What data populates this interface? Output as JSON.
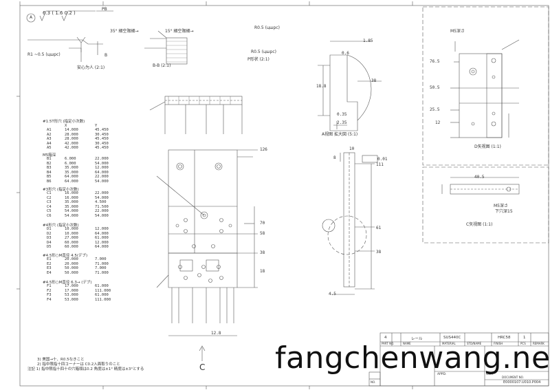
{
  "header": {
    "circle_mark": "A",
    "finish_symbols": "6.3 ( 1.6  0.2 )",
    "pb_label": "PB"
  },
  "detail_notes": {
    "note_r1": "R1 ~0.5 (цшрс)",
    "note_b": "B",
    "note_r_35": "35° 細空限細→",
    "note_r_15": "15° 細空限細→",
    "note_r05": "R0.5 (цшрс)",
    "note_r05b": "R0.5 (цшрс)",
    "view_b8": "B-B (2:1)",
    "view_pshape": "P形状 (2:1)",
    "view_enlarge": "安心为人 (2:1)",
    "view_aview": "A视图 拡大図 (5:1)",
    "view_dview": "D矢视图 (1:1)",
    "view_cview": "C矢视图 (1:1)"
  },
  "dims": {
    "d_185": "1.85",
    "d_06": "0.6",
    "d_38": "38",
    "d_188": "18.8",
    "d_035": "0.35",
    "d_235": "2.35",
    "d_10": "10",
    "d_8": "8",
    "d_001": "0.01",
    "d_111": "111",
    "d_61": "61",
    "d_38b": "38",
    "d_45": "4.5",
    "d_126": "126",
    "d_70": "70",
    "d_58": "58",
    "d_38c": "38",
    "d_18": "18",
    "d_128": "12.8",
    "d_765": "76.5",
    "d_505": "50.5",
    "d_255": "25.5",
    "d_12": "12",
    "d_405": "40.5",
    "d_m5": "M5深さ",
    "d_m5b": "M5深さ",
    "d_q": "下穴深15",
    "d_c": "C"
  },
  "hole_table": {
    "group1_title": "#1.5T形穴  (指定小次数)",
    "col_x": "X",
    "col_y": "Y",
    "group1": [
      [
        "A1",
        "14.000",
        "45.450"
      ],
      [
        "A2",
        "28.000",
        "30.450"
      ],
      [
        "A3",
        "28.000",
        "45.450"
      ],
      [
        "A4",
        "42.000",
        "30.450"
      ],
      [
        "A5",
        "42.000",
        "45.450"
      ]
    ],
    "group2_title": "M5箱深",
    "group2": [
      [
        "B1",
        "6.000",
        "22.000"
      ],
      [
        "B2",
        "6.000",
        "54.000"
      ],
      [
        "B3",
        "35.000",
        "12.000"
      ],
      [
        "B4",
        "35.000",
        "64.000"
      ],
      [
        "B5",
        "64.000",
        "22.000"
      ],
      [
        "B6",
        "64.000",
        "54.000"
      ]
    ],
    "group3_title": "#3形穴  (指定小次数)",
    "group3": [
      [
        "C1",
        "16.000",
        "22.000"
      ],
      [
        "C2",
        "16.000",
        "54.000"
      ],
      [
        "C3",
        "35.000",
        "4.500"
      ],
      [
        "C4",
        "35.000",
        "71.500"
      ],
      [
        "C5",
        "54.000",
        "22.000"
      ],
      [
        "C6",
        "54.000",
        "54.000"
      ]
    ],
    "group4_title": "#4形穴  (指定小次数)",
    "group4": [
      [
        "D1",
        "10.000",
        "12.000"
      ],
      [
        "D2",
        "10.000",
        "64.000"
      ],
      [
        "D3",
        "27.000",
        "61.000"
      ],
      [
        "D4",
        "60.000",
        "12.000"
      ],
      [
        "D5",
        "60.000",
        "64.000"
      ]
    ],
    "group5_title": "#4.5形○M直径 4.5(デブ)",
    "group5": [
      [
        "E1",
        "20.000",
        "7.000"
      ],
      [
        "E2",
        "20.000",
        "71.000"
      ],
      [
        "E3",
        "50.000",
        "7.000"
      ],
      [
        "E4",
        "50.000",
        "71.000"
      ]
    ],
    "group6_title": "#4.5形○M直径 6.3→ (デブ)",
    "group6": [
      [
        "F1",
        "17.000",
        "61.000"
      ],
      [
        "F2",
        "17.000",
        "111.000"
      ],
      [
        "F3",
        "53.000",
        "61.000"
      ],
      [
        "F4",
        "53.000",
        "111.000"
      ]
    ]
  },
  "notes": {
    "n3": "3) 美国→十、R0.5なきこと",
    "n2": "2) 指中限指十四コーナーは C0.2入面取りのこと",
    "n1": "注記  1) 指中限指十四十の穴箱頭は0.2 角度は±1° 精度は±3°とする"
  },
  "title_block": {
    "qty": "4",
    "name": "レール",
    "material": "SUS440C",
    "hardness": "HRC58",
    "rev": "1",
    "h_partno": "PART NO.",
    "h_name": "NAME",
    "h_material": "MATERIAL",
    "h_std": "STD/NAME",
    "h_finish": "FINISH",
    "h_pcs": "PCS",
    "h_remark": "REMARK",
    "appd": "APPD.",
    "unit": "UNIT",
    "docno_label": "DOCUMENT NO.",
    "docno": "E0000107.U010.P004",
    "no_label": "NO."
  },
  "watermark": "fangchenwang.net"
}
